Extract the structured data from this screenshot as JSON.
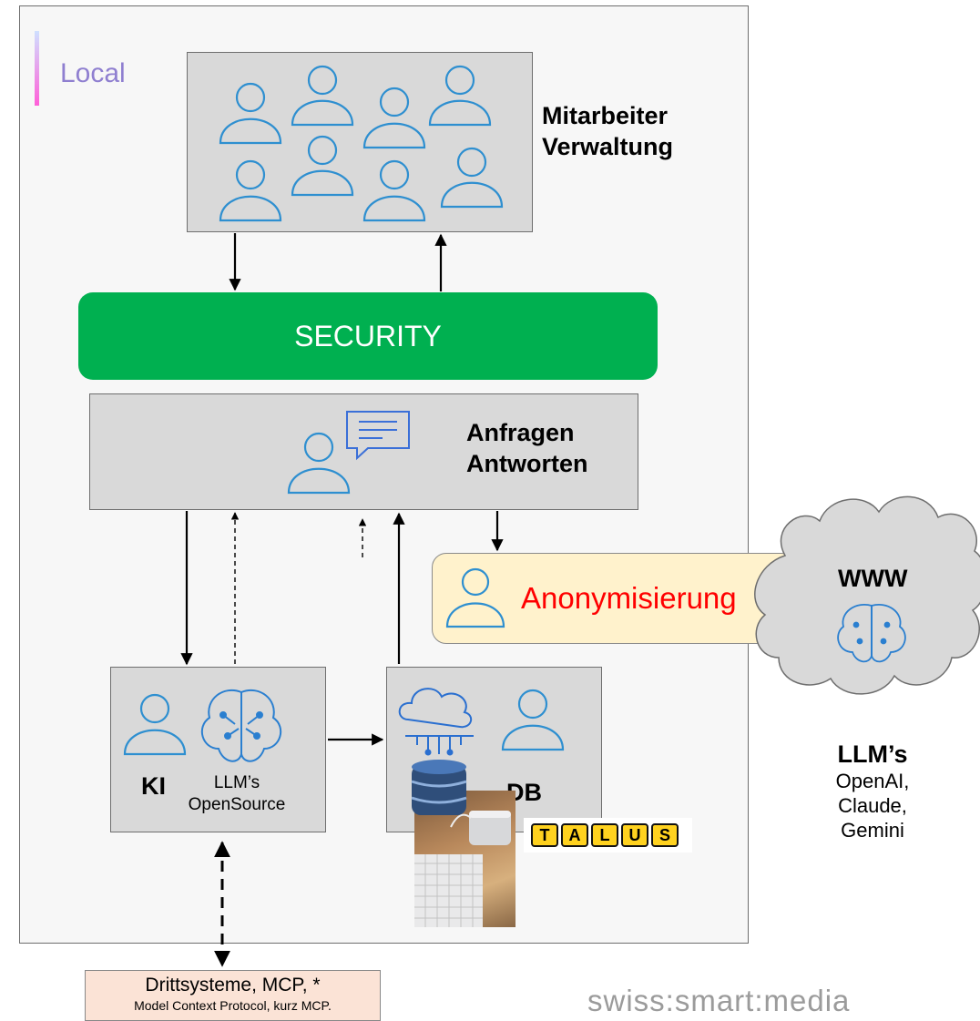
{
  "local": {
    "label": "Local"
  },
  "mitarbeiter": {
    "line1": "Mitarbeiter",
    "line2": "Verwaltung"
  },
  "security": {
    "label": "SECURITY"
  },
  "anfragen": {
    "line1": "Anfragen",
    "line2": "Antworten"
  },
  "anonymisierung": {
    "label": "Anonymisierung"
  },
  "ki_box": {
    "ki": "KI",
    "llm_line1": "LLM’s",
    "llm_line2": "OpenSource"
  },
  "db_box": {
    "label": "DB"
  },
  "www": {
    "label": "WWW"
  },
  "llms": {
    "title": "LLM’s",
    "providers": [
      "OpenAI,",
      "Claude,",
      "Gemini"
    ]
  },
  "talus": {
    "letters": [
      "T",
      "A",
      "L",
      "U",
      "S"
    ]
  },
  "drittsysteme": {
    "line1": "Drittsysteme, MCP, *",
    "line2": "Model Context Protocol, kurz MCP."
  },
  "brand": {
    "text": "swiss:smart:media"
  },
  "colors": {
    "security": "#00b050",
    "anonymisierung_text": "#ff0000",
    "anonymisierung_bg": "#fff2cc",
    "icon_stroke": "#2e8fd0",
    "drittsysteme_bg": "#fbe3d6"
  }
}
